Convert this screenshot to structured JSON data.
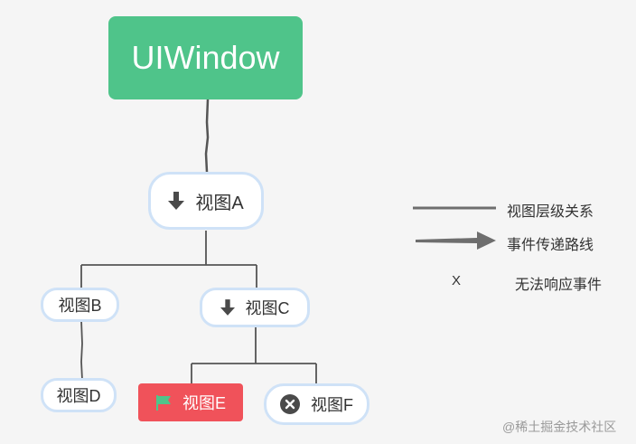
{
  "root": {
    "label": "UIWindow"
  },
  "nodes": {
    "a": {
      "label": "视图A",
      "icon": "arrow-down-icon"
    },
    "b": {
      "label": "视图B"
    },
    "c": {
      "label": "视图C",
      "icon": "arrow-down-icon"
    },
    "d": {
      "label": "视图D"
    },
    "e": {
      "label": "视图E",
      "icon": "flag-icon"
    },
    "f": {
      "label": "视图F",
      "icon": "close-circle-icon"
    }
  },
  "legend": {
    "hierarchy": "视图层级关系",
    "event_path": "事件传递路线",
    "no_response_symbol": "X",
    "no_response": "无法响应事件"
  },
  "watermark": "@稀土掘金技术社区",
  "colors": {
    "root_fill": "#4fc48a",
    "node_border": "#cfe2f7",
    "node_e_fill": "#f0525a",
    "flag": "#4fc48a",
    "line": "#666666",
    "background": "#f5f5f5"
  }
}
